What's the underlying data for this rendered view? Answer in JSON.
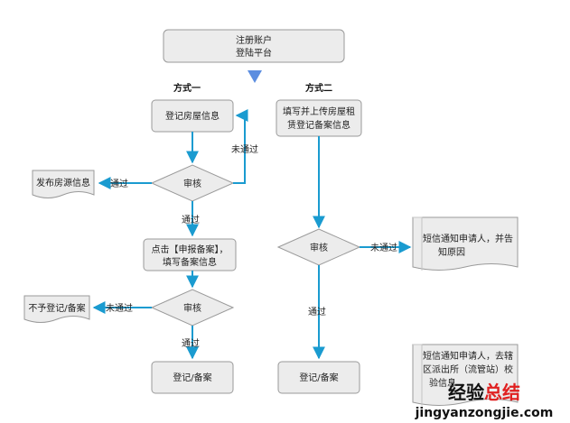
{
  "start": {
    "line1": "注册账户",
    "line2": "登陆平台"
  },
  "method1": {
    "header": "方式一",
    "register_info": "登记房屋信息",
    "review1": "审核",
    "fail1": "未通过",
    "pass1": "通过",
    "publish": "发布房源信息",
    "pass2": "通过",
    "apply_line1": "点击【申报备案】，",
    "apply_line2": "填写备案信息",
    "review2": "审核",
    "fail2": "未通过",
    "reject": "不予登记/备案",
    "pass3": "通过",
    "done": "登记/备案"
  },
  "method2": {
    "header": "方式二",
    "upload_line1": "填写并上传房屋租",
    "upload_line2": "赁登记备案信息",
    "review": "审核",
    "fail": "未通过",
    "sms_line1": "短信通知申请人，并告",
    "sms_line2": "知原因",
    "pass": "通过",
    "done": "登记/备案",
    "sms2_line1": "短信通知申请人，去辖",
    "sms2_line2": "区派出所（流管站）校",
    "sms2_line3": "验信息"
  },
  "watermark": {
    "cn1": "经验",
    "cn2": "总结",
    "pinyin": "jingyanzongjie.com"
  },
  "colors": {
    "arrow": "#1a9bd0",
    "box_fill": "#ececec",
    "box_stroke": "#9a9a9a",
    "start_arrow": "#5b8de0"
  }
}
